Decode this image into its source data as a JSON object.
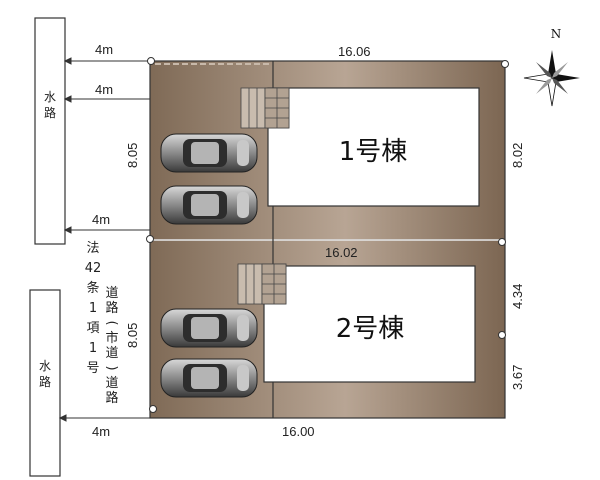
{
  "compass": {
    "north_label": "N"
  },
  "waterway_label": "水路",
  "road_label": "法42条道路(市道)1項1号道路",
  "road_width_labels": [
    "4m",
    "4m",
    "4m",
    "4m"
  ],
  "lot1": {
    "building_label": "1号棟",
    "top_length": "16.06",
    "left_depth": "8.05",
    "right_depth": "8.02"
  },
  "lot2": {
    "building_label": "2号棟",
    "top_length": "16.02",
    "bottom_length": "16.00",
    "left_depth": "8.05",
    "right_upper_depth": "4.34",
    "right_lower_depth": "3.67"
  },
  "colors": {
    "lot_fill": "#8a7460",
    "lot_highlight": "#b9a898",
    "building_fill": "#ffffff",
    "line": "#333333"
  }
}
